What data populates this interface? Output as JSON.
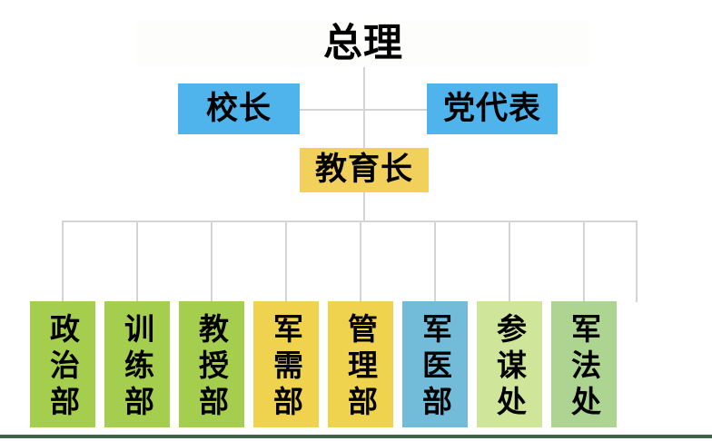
{
  "chart": {
    "type": "org-chart",
    "title": "总理",
    "orientation": "top-down",
    "levels": 4
  },
  "colors": {
    "root_fill": "#fdfdfc",
    "blue": "#4fb3ec",
    "gold": "#f2d05c",
    "yellow_green": "#a6ce4e",
    "yellow": "#efd34e",
    "sky_blue": "#72bcd9",
    "pale_yellow_green": "#cfe59a",
    "pale_green": "#add491",
    "connector": "#d4d4d4",
    "text": "#000000",
    "footer_rule": "#40664a"
  },
  "nodes": {
    "root": {
      "label": "总理",
      "level": 1,
      "fill": "#fdfdfc"
    },
    "level2": [
      {
        "label": "校长",
        "fill": "#4fb3ec",
        "side": "left"
      },
      {
        "label": "党代表",
        "fill": "#4fb3ec",
        "side": "right"
      }
    ],
    "level3": [
      {
        "label": "教育长",
        "fill": "#f2d05c"
      }
    ],
    "level4": [
      {
        "label": "政治部",
        "fill": "#a6ce4e"
      },
      {
        "label": "训练部",
        "fill": "#a6ce4e"
      },
      {
        "label": "教授部",
        "fill": "#a6ce4e"
      },
      {
        "label": "军需部",
        "fill": "#efd34e"
      },
      {
        "label": "管理部",
        "fill": "#efd34e"
      },
      {
        "label": "军医部",
        "fill": "#72bcd9"
      },
      {
        "label": "参谋处",
        "fill": "#cfe59a"
      },
      {
        "label": "军法处",
        "fill": "#add491"
      }
    ]
  }
}
